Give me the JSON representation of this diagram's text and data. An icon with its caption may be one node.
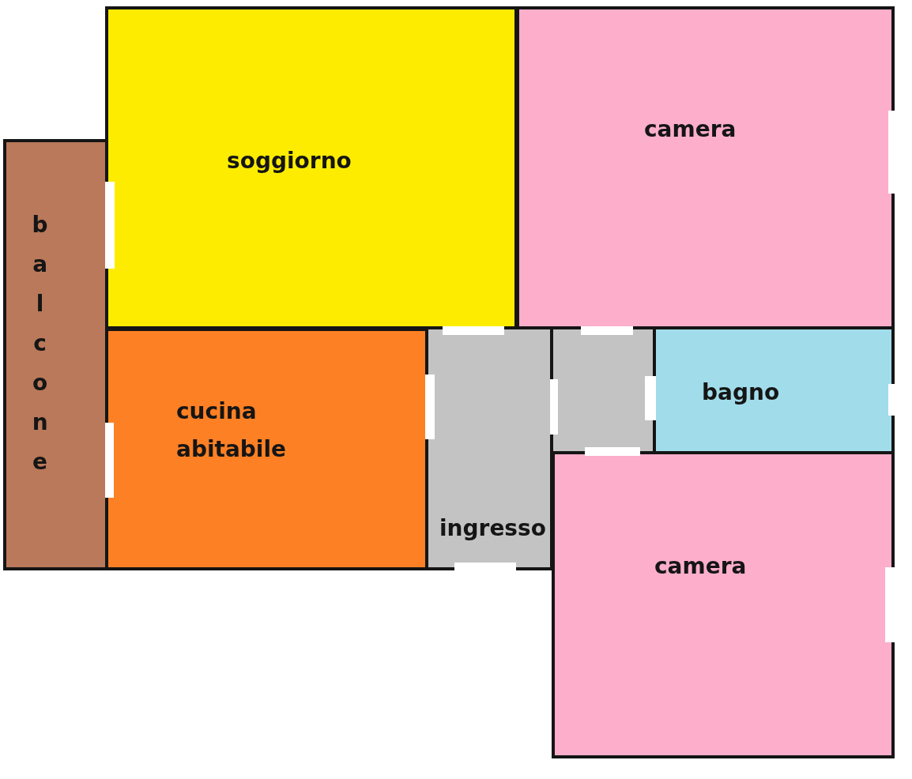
{
  "diagram": {
    "nodes": [
      {
        "text": [
          "soggiorno"
        ]
      },
      {
        "text": [
          "camera"
        ]
      },
      {
        "text": [
          "balcone"
        ]
      },
      {
        "text": [
          "cucina abitabile"
        ]
      },
      {
        "text": [
          "ingresso"
        ]
      },
      {
        "text": [],
        "shape": "box"
      },
      {
        "text": [
          "bagno"
        ]
      },
      {
        "text": [
          "camera"
        ]
      }
    ],
    "edges": []
  }
}
